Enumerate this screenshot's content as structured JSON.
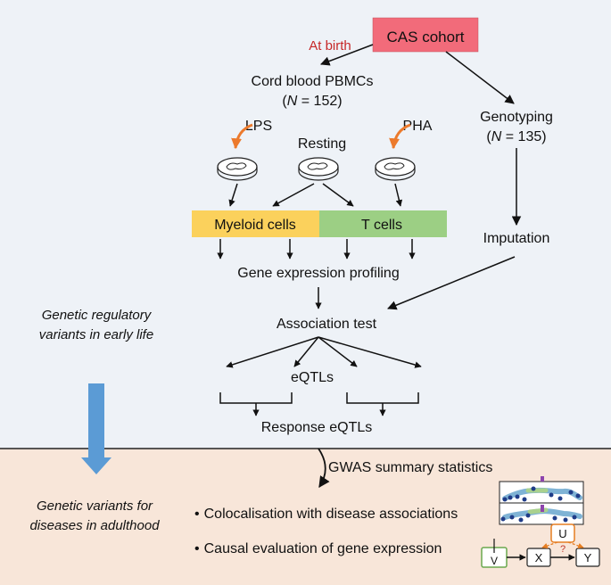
{
  "colors": {
    "top_panel": "#eef2f7",
    "bottom_panel": "#f8e6d9",
    "cas_box": "#f26b7a",
    "myeloid": "#fbd15c",
    "tcells": "#9ccf84",
    "stimulus_arrow": "#ec7a2c",
    "red_label": "#c62828",
    "blue_arrow": "#5b9bd5",
    "green_node": "#6aa84f",
    "orange_node": "#e67e22"
  },
  "nodes": {
    "cas_cohort": "CAS cohort",
    "at_birth": "At birth",
    "cord_blood": "Cord blood PBMCs",
    "cord_n_prefix": "(",
    "cord_n_var": "N",
    "cord_n_value": " = 152)",
    "genotyping": "Genotyping",
    "geno_n_prefix": "(",
    "geno_n_var": "N",
    "geno_n_value": " = 135)",
    "lps": "LPS",
    "resting": "Resting",
    "pha": "PHA",
    "myeloid": "Myeloid cells",
    "tcells": "T cells",
    "imputation": "Imputation",
    "gene_expression": "Gene expression profiling",
    "association": "Association test",
    "eqtls": "eQTLs",
    "response_eqtls": "Response eQTLs",
    "gwas": "GWAS summary statistics"
  },
  "side_labels": {
    "early_line1": "Genetic regulatory",
    "early_line2": "variants in early life",
    "adult_line1": "Genetic variants for",
    "adult_line2": "diseases in adulthood"
  },
  "bullets": {
    "coloc": "Colocalisation with disease associations",
    "causal": "Causal evaluation of gene expression",
    "bullet_char": "•"
  },
  "dag": {
    "v": "V",
    "x": "X",
    "y": "Y",
    "u": "U",
    "q": "?"
  }
}
